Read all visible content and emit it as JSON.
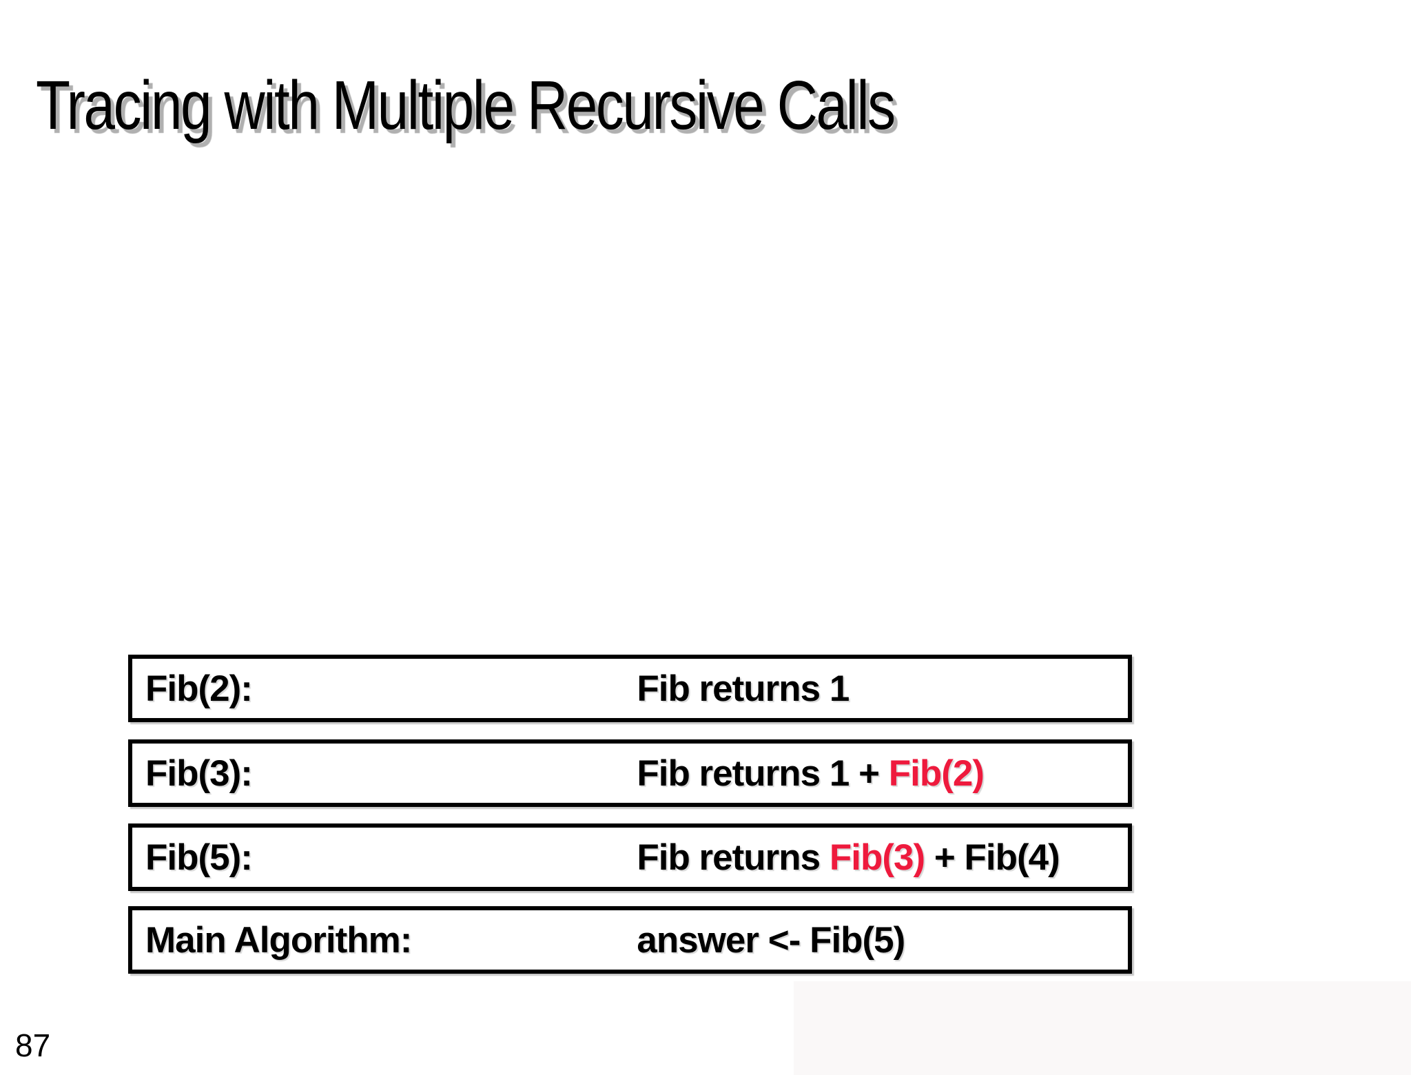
{
  "slide": {
    "title": "Tracing with Multiple Recursive Calls",
    "page_number": "87",
    "colors": {
      "highlight_red": "#ee1a3d",
      "title_text": "#000000",
      "title_shadow": "#b0b0b0",
      "box_border": "#000000",
      "background": "#ffffff"
    },
    "trace_boxes": [
      {
        "label": "Fib(2):",
        "segments": [
          {
            "text": "Fib returns 1",
            "class": "seg"
          }
        ]
      },
      {
        "label": "Fib(3):",
        "segments": [
          {
            "text": "Fib returns 1 + ",
            "class": "seg"
          },
          {
            "text": "Fib(2)",
            "class": "seg seg-red"
          }
        ]
      },
      {
        "label": "Fib(5):",
        "segments": [
          {
            "text": "Fib returns ",
            "class": "seg"
          },
          {
            "text": "Fib(3)",
            "class": "seg seg-red"
          },
          {
            "text": " + Fib(4)",
            "class": "seg"
          }
        ]
      },
      {
        "label": "Main Algorithm:",
        "segments": [
          {
            "text": "answer <- Fib(5)",
            "class": "seg"
          }
        ]
      }
    ]
  }
}
